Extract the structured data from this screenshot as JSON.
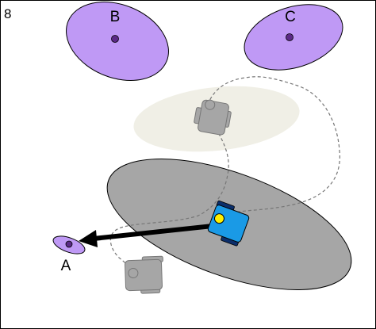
{
  "panel_number": "8",
  "goals": [
    {
      "label": "A"
    },
    {
      "label": "B"
    },
    {
      "label": "C"
    }
  ],
  "colors": {
    "goal_fill": "#bf99f5",
    "goal_center": "#5b2a86",
    "uncertainty_current": "#a6a6a6",
    "uncertainty_past": "#f0efe6",
    "robot_current": "#1a9ae6",
    "robot_ghost": "#a6a6a6",
    "robot_marker": "#ffef00",
    "path_stroke": "#777777",
    "arrow": "#000000"
  },
  "icons": [
    "robot-current",
    "robot-ghost",
    "action-arrow",
    "dashed-trajectory"
  ]
}
